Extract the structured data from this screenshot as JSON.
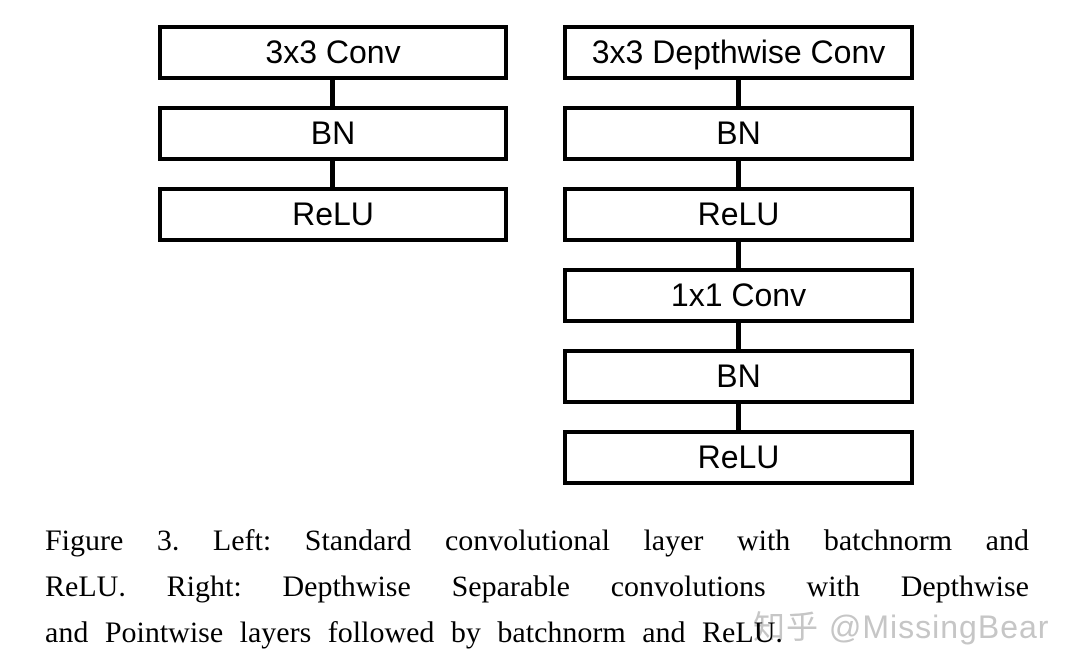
{
  "figure": {
    "diagram": {
      "left_column": {
        "boxes": [
          "3x3 Conv",
          "BN",
          "ReLU"
        ]
      },
      "right_column": {
        "boxes": [
          "3x3 Depthwise Conv",
          "BN",
          "ReLU",
          "1x1 Conv",
          "BN",
          "ReLU"
        ]
      }
    },
    "caption": {
      "lines": [
        "Figure 3. Left: Standard convolutional layer with batchnorm and",
        "ReLU. Right: Depthwise Separable convolutions with Depthwise",
        "and Pointwise layers followed by batchnorm and ReLU."
      ]
    },
    "watermark": "知乎 @MissingBear",
    "colors": {
      "line": "#000000",
      "background": "#ffffff",
      "watermark_text": "#c6c6c6"
    }
  }
}
